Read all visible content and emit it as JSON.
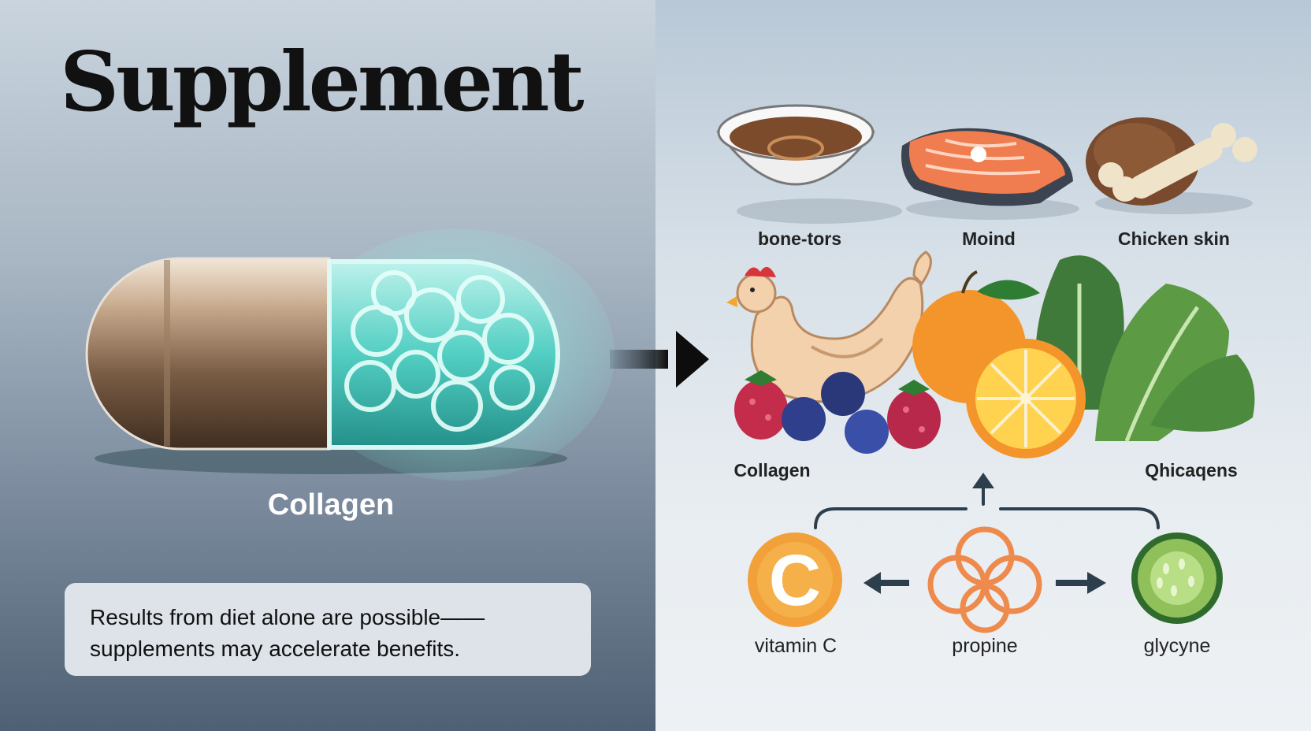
{
  "title": "Supplement",
  "capsule": {
    "label": "Collagen"
  },
  "note": {
    "line1": "Results from diet alone are possible——",
    "line2": "supplements may accelerate benefits."
  },
  "foods": {
    "row1": [
      "bone-tors",
      "Moind",
      "Chicken skin"
    ],
    "left_label": "Collagen",
    "right_label": "Qhicaqens"
  },
  "nutrients": {
    "vitamin_c": {
      "label": "vitamin C",
      "symbol": "C"
    },
    "propine": {
      "label": "propine"
    },
    "glycyne": {
      "label": "glycyne"
    }
  },
  "colors": {
    "capsule_metal": "#b79a7c",
    "capsule_glow": "#6fe0d4",
    "vitamin_orange": "#f2a13a",
    "propine_orange": "#ee8a4c",
    "arrow_dark": "#2d3e4c"
  }
}
